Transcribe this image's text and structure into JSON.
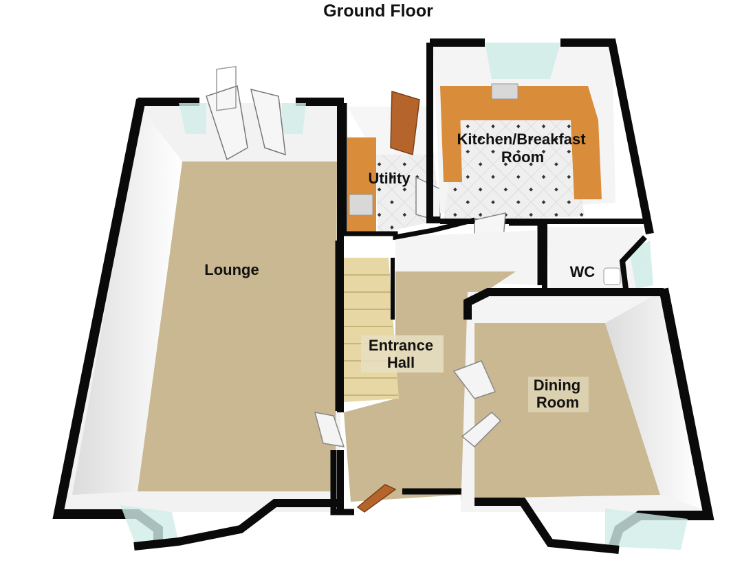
{
  "floor_title": "Ground Floor",
  "rooms": {
    "lounge": "Lounge",
    "utility": "Utility",
    "kitchen_line1": "Kitchen/Breakfast",
    "kitchen_line2": "Room",
    "wc": "WC",
    "hall_line1": "Entrance",
    "hall_line2": "Hall",
    "dining_line1": "Dining",
    "dining_line2": "Room"
  },
  "colors": {
    "carpet": "#c8b890",
    "wall": "#0a0a0a",
    "wall_face": "#f4f4f4",
    "worktop": "#d98c3a",
    "tile": "#ececec",
    "glass": "#cfece8",
    "door_wood": "#b5652c"
  }
}
